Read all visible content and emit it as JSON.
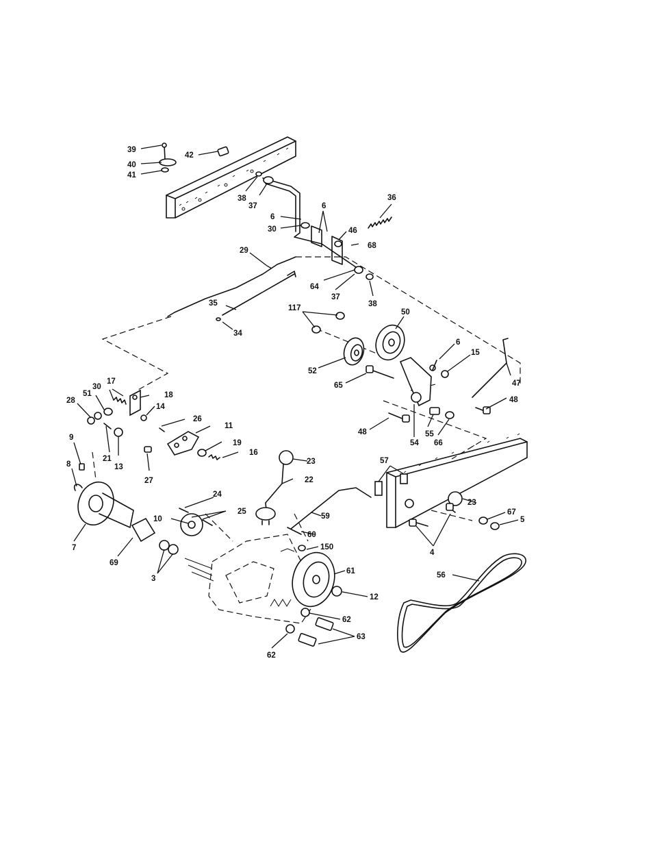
{
  "callouts": {
    "c39": "39",
    "c40": "40",
    "c41": "41",
    "c42": "42",
    "c38a": "38",
    "c37a": "37",
    "c6a": "6",
    "c6b": "6",
    "c30a": "30",
    "c36": "36",
    "c46": "46",
    "c68": "68",
    "c29": "29",
    "c64": "64",
    "c37b": "37",
    "c38b": "38",
    "c35": "35",
    "c34": "34",
    "c117": "117",
    "c50": "50",
    "c52": "52",
    "c65": "65",
    "c6c": "6",
    "c15": "15",
    "c47": "47",
    "c48a": "48",
    "c48b": "48",
    "c54": "54",
    "c55": "55",
    "c66": "66",
    "c17": "17",
    "c30b": "30",
    "c51": "51",
    "c28": "28",
    "c18": "18",
    "c14": "14",
    "c26": "26",
    "c11": "11",
    "c21": "21",
    "c13": "13",
    "c19": "19",
    "c16": "16",
    "c27": "27",
    "c9": "9",
    "c8": "8",
    "c7": "7",
    "c69": "69",
    "c3": "3",
    "c23a": "23",
    "c22": "22",
    "c24": "24",
    "c25": "25",
    "c10": "10",
    "c60": "60",
    "c59": "59",
    "c57": "57",
    "c23b": "23",
    "c67": "67",
    "c5": "5",
    "c4": "4",
    "c150": "150",
    "c61": "61",
    "c12": "12",
    "c56": "56",
    "c62a": "62",
    "c62b": "62",
    "c63": "63"
  }
}
